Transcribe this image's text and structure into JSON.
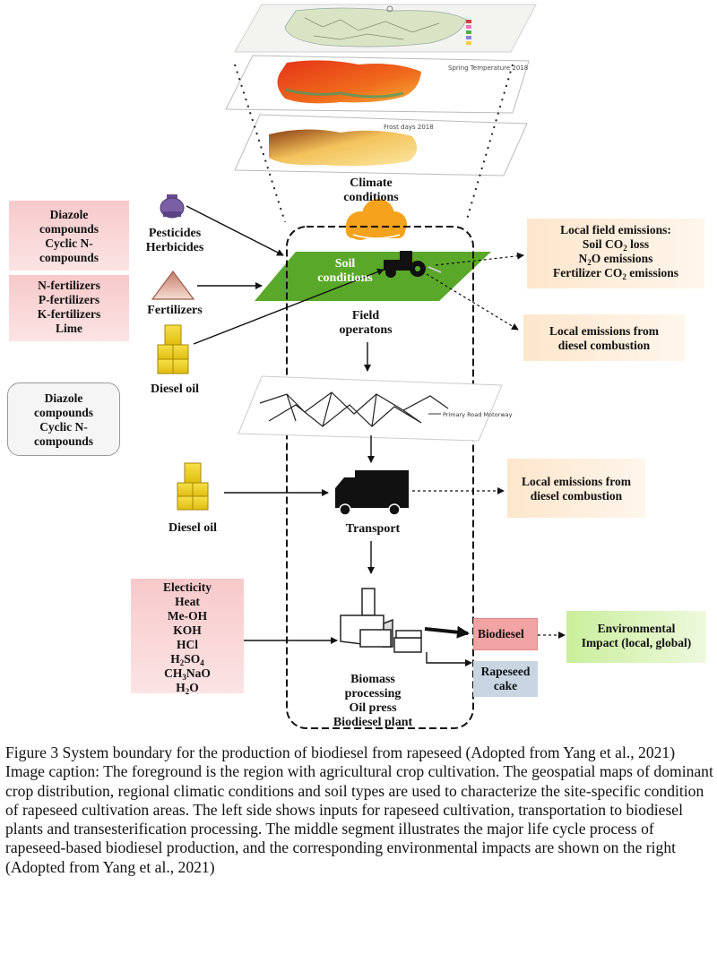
{
  "map_layers": {
    "top_map_legend": "",
    "temperature_title": "Spring Temperature 2018",
    "frost_title": "Frost days 2018",
    "road_legend": "Primary Road Motorway"
  },
  "labels": {
    "climate": [
      "Climate",
      "conditions"
    ],
    "soil": [
      "Soil",
      "conditions"
    ],
    "field": [
      "Field",
      "operatons"
    ],
    "pesticides": [
      "Pesticides",
      "Herbicides"
    ],
    "fertilizers": "Fertilizers",
    "diesel_oil_1": "Diesel oil",
    "diesel_oil_2": "Diesel oil",
    "transport": "Transport",
    "biomass": [
      "Biomass",
      "processing",
      "Oil press",
      "Biodiesel plant"
    ]
  },
  "left_boxes": {
    "diazole_top": [
      "Diazole",
      "compounds",
      "Cyclic N-",
      "compounds"
    ],
    "fertilizer_list": [
      "N-fertilizers",
      "P-fertilizers",
      "K-fertilizers",
      "Lime"
    ],
    "diazole_gray": [
      "Diazole",
      "compounds",
      "Cyclic N-",
      "compounds"
    ],
    "energy_inputs": [
      "Electicity",
      "Heat",
      "Me-OH",
      "KOH",
      "HCl",
      "H2SO4",
      "CH3NaO",
      "H2O"
    ]
  },
  "right_boxes": {
    "field_emissions_title": "Local field emissions:",
    "field_emissions": [
      "Soil CO2 loss",
      "N2O emissions",
      "Fertilizer CO2 emissions"
    ],
    "diesel_emissions_1": [
      "Local emissions from",
      "diesel combustion"
    ],
    "diesel_emissions_2": [
      "Local emissions from",
      "diesel combustion"
    ],
    "biodiesel": "Biodiesel",
    "rapeseed_cake": [
      "Rapeseed",
      "cake"
    ],
    "environmental": [
      "Environmental",
      "Impact (local, global)"
    ]
  },
  "caption": {
    "figure": "Figure 3 System boundary for the production of biodiesel from rapeseed (Adopted from Yang et al., 2021)",
    "image_caption": "Image caption: The foreground is the region with agricultural crop cultivation. The geospatial maps of dominant crop distribution, regional climatic conditions and soil types are used to characterize the site-specific condition of rapeseed cultivation areas. The left side shows inputs for rapeseed cultivation, transportation to biodiesel plants and transesterification processing. The middle segment illustrates the major life cycle process of rapeseed-based biodiesel production, and the corresponding environmental impacts are shown on the right (Adopted from Yang et al., 2021)"
  },
  "colors": {
    "soil_green": "#5aa82a",
    "cloud_orange": "#f5a21c",
    "diesel_yellow": "#f0d21a",
    "biodiesel_red": "#f2a3a3",
    "cake_blue": "#c9d5e2",
    "env_green": "#c9ee9b"
  }
}
